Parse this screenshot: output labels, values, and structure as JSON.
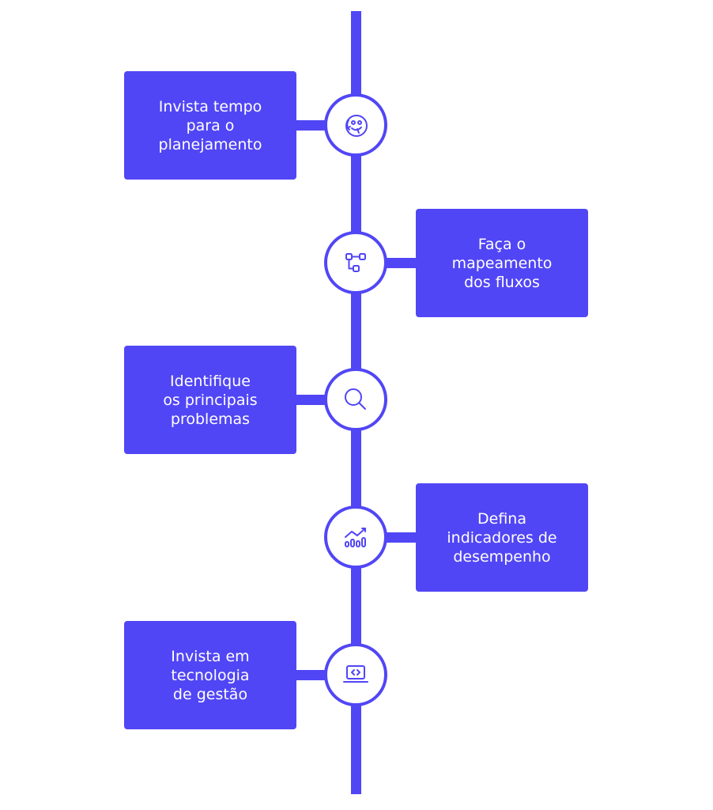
{
  "accent_color": "#5146f5",
  "steps": [
    {
      "label": "Invista tempo\npara o\nplanejamento",
      "icon": "planning-face-icon"
    },
    {
      "label": "Faça o\nmapeamento\ndos fluxos",
      "icon": "flow-nodes-icon"
    },
    {
      "label": "Identifique\nos principais\nproblemas",
      "icon": "magnifier-icon"
    },
    {
      "label": "Defina\nindicadores de\ndesempenho",
      "icon": "bar-trend-chart-icon"
    },
    {
      "label": "Invista em\ntecnologia\nde gestão",
      "icon": "code-laptop-icon"
    }
  ]
}
